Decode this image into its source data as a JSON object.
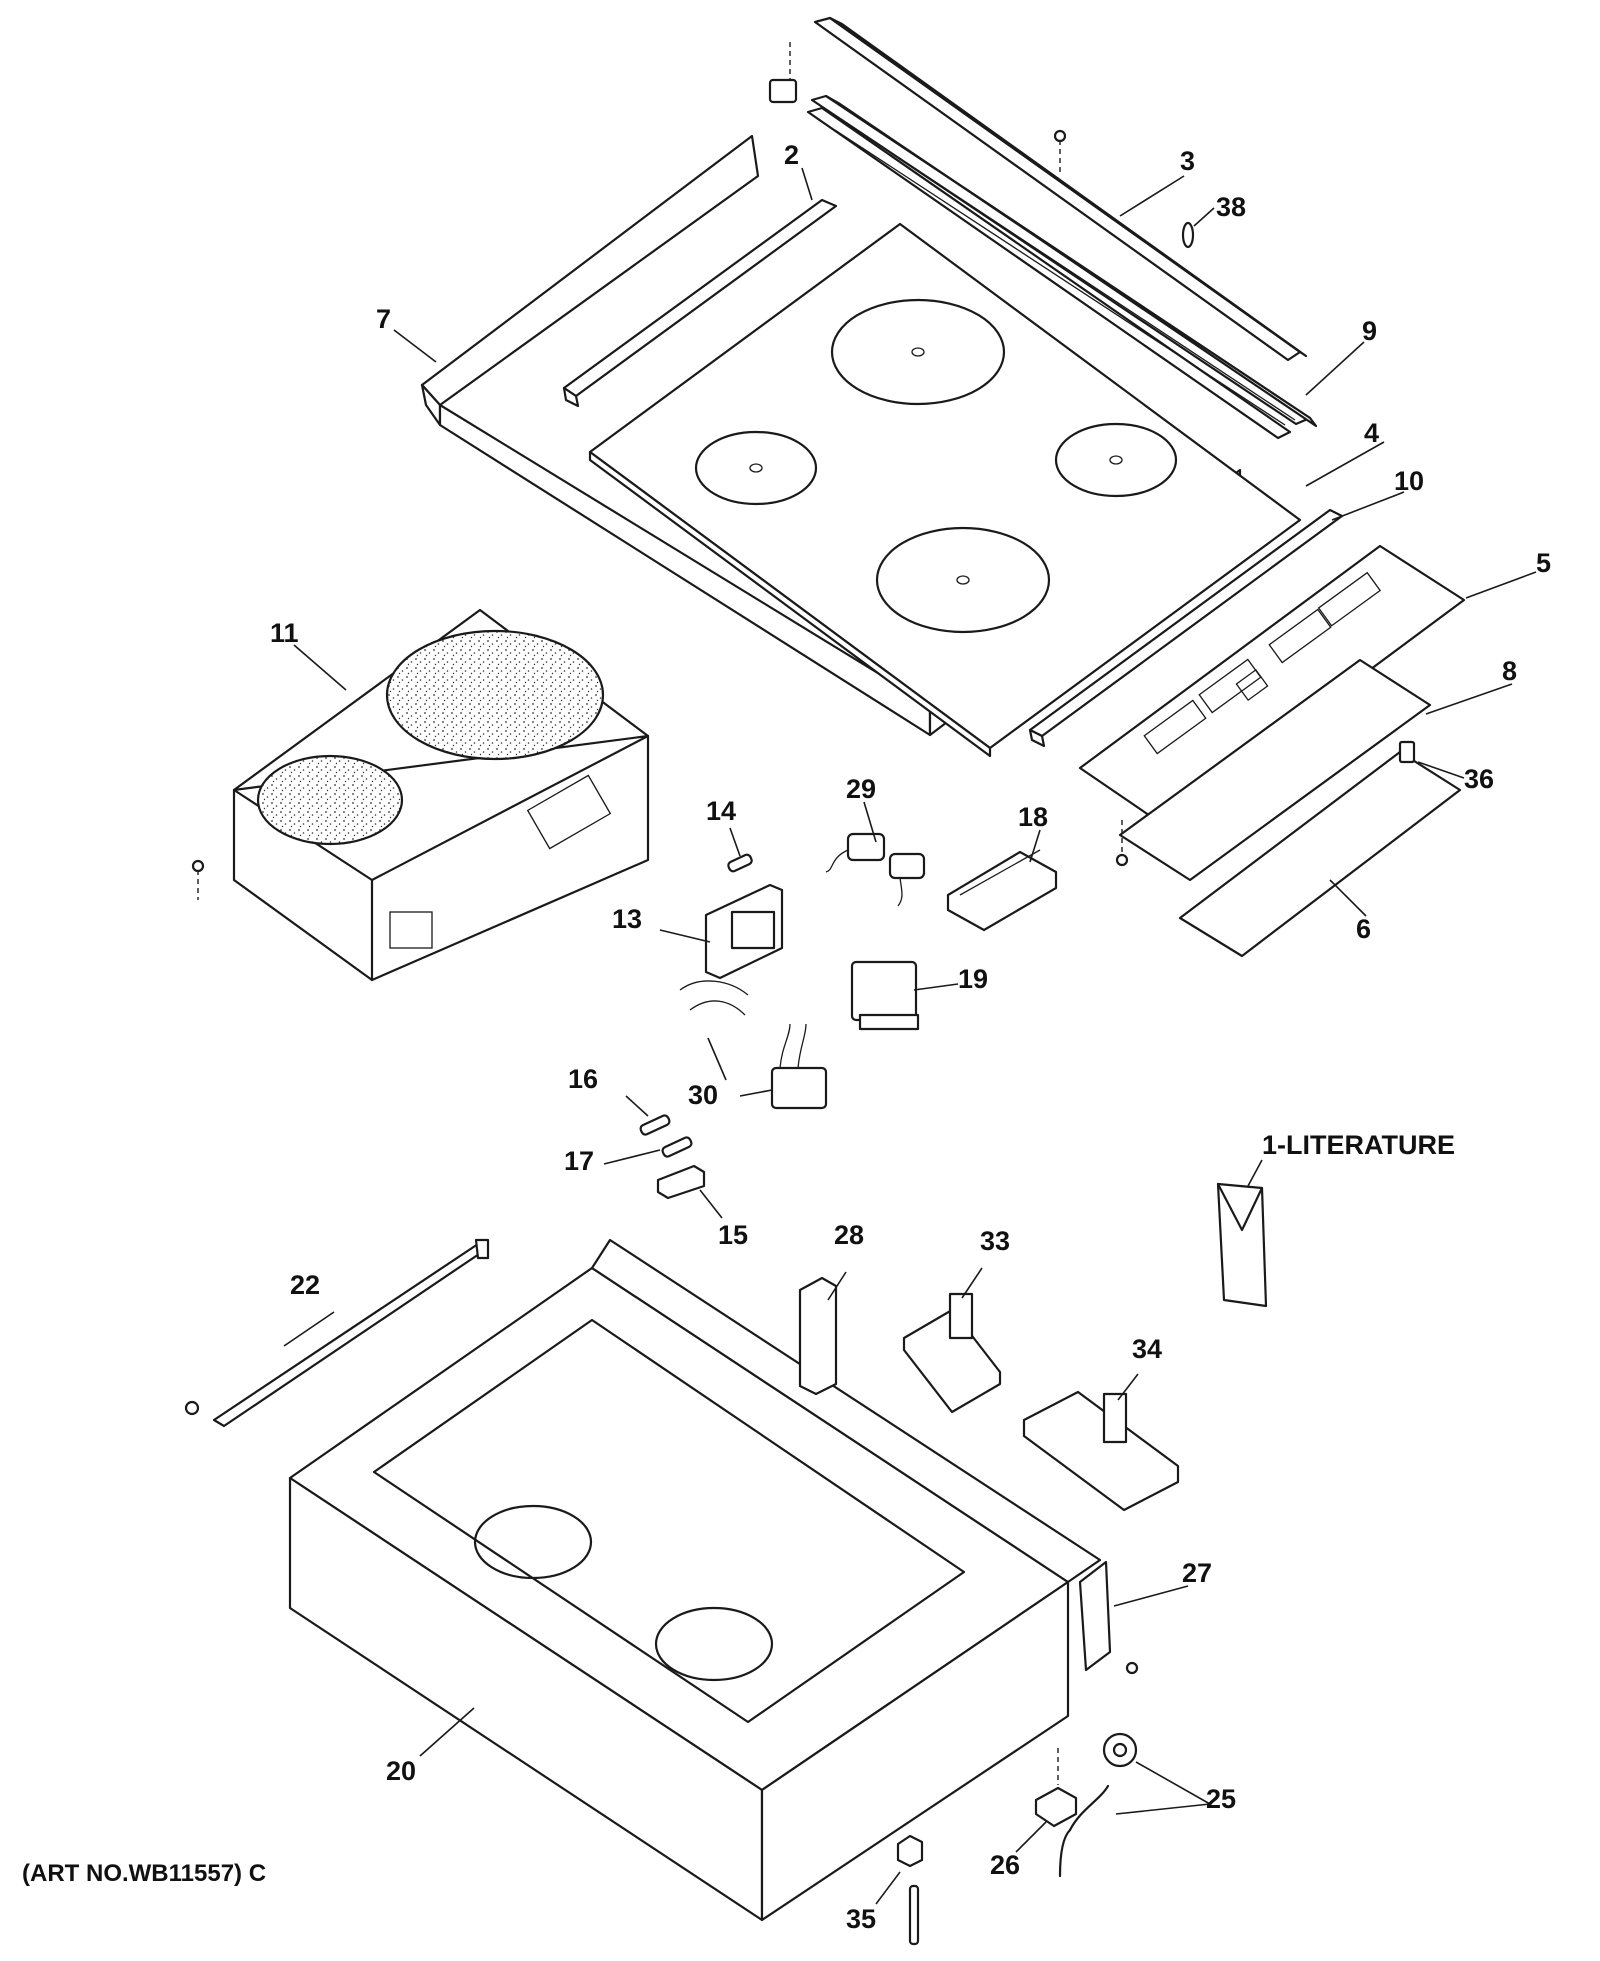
{
  "diagram": {
    "art_number": "(ART NO.WB11557) C",
    "callouts": [
      {
        "id": "1",
        "text": "1-LITERATURE"
      },
      {
        "id": "2",
        "text": "2"
      },
      {
        "id": "3",
        "text": "3"
      },
      {
        "id": "4",
        "text": "4"
      },
      {
        "id": "5",
        "text": "5"
      },
      {
        "id": "6",
        "text": "6"
      },
      {
        "id": "7",
        "text": "7"
      },
      {
        "id": "8",
        "text": "8"
      },
      {
        "id": "9",
        "text": "9"
      },
      {
        "id": "10",
        "text": "10"
      },
      {
        "id": "11",
        "text": "11"
      },
      {
        "id": "13",
        "text": "13"
      },
      {
        "id": "14",
        "text": "14"
      },
      {
        "id": "15",
        "text": "15"
      },
      {
        "id": "16",
        "text": "16"
      },
      {
        "id": "17",
        "text": "17"
      },
      {
        "id": "18",
        "text": "18"
      },
      {
        "id": "19",
        "text": "19"
      },
      {
        "id": "20",
        "text": "20"
      },
      {
        "id": "22",
        "text": "22"
      },
      {
        "id": "25",
        "text": "25"
      },
      {
        "id": "26",
        "text": "26"
      },
      {
        "id": "27",
        "text": "27"
      },
      {
        "id": "28",
        "text": "28"
      },
      {
        "id": "29",
        "text": "29"
      },
      {
        "id": "30",
        "text": "30"
      },
      {
        "id": "33",
        "text": "33"
      },
      {
        "id": "34",
        "text": "34"
      },
      {
        "id": "35",
        "text": "35"
      },
      {
        "id": "36",
        "text": "36"
      },
      {
        "id": "38",
        "text": "38"
      }
    ]
  }
}
